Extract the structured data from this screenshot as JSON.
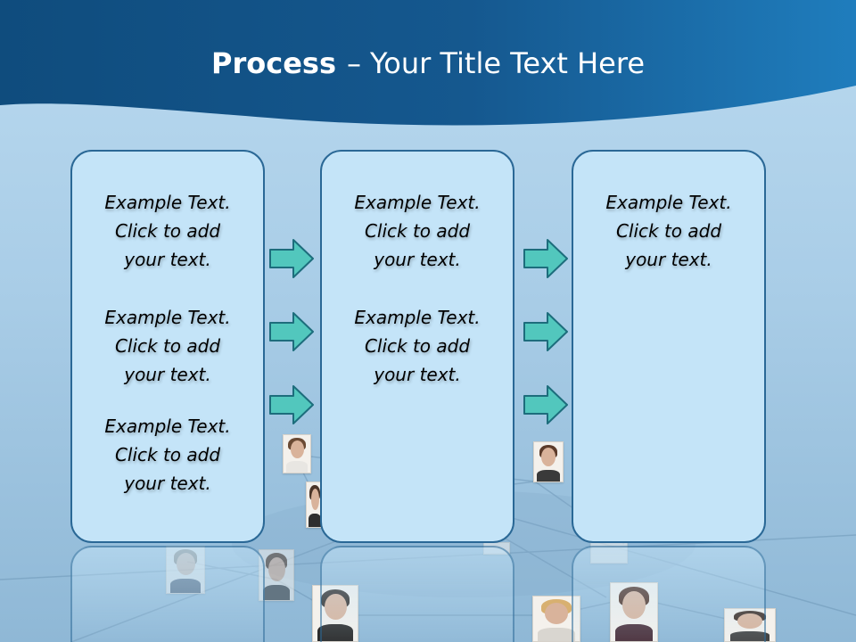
{
  "title": {
    "bold": "Process",
    "separator": "–",
    "rest": "Your Title Text Here"
  },
  "colors": {
    "header": "#15568a",
    "box_fill": "#c4e4f8",
    "box_border": "#2a6896",
    "arrow_fill": "#52c7bd",
    "arrow_stroke": "#1d6d7c"
  },
  "icons": {
    "arrow": "right-arrow-icon"
  },
  "columns": [
    {
      "items": [
        {
          "line1": "Example Text.",
          "line2": "Click  to add",
          "line3": "your text."
        },
        {
          "line1": "Example Text.",
          "line2": "Click  to add",
          "line3": "your text."
        },
        {
          "line1": "Example Text.",
          "line2": "Click  to add",
          "line3": "your text."
        }
      ]
    },
    {
      "items": [
        {
          "line1": "Example Text.",
          "line2": "Click  to add",
          "line3": "your text."
        },
        {
          "line1": "Example Text.",
          "line2": "Click  to add",
          "line3": "your text."
        }
      ]
    },
    {
      "items": [
        {
          "line1": "Example Text.",
          "line2": "Click  to add",
          "line3": "your text."
        }
      ]
    }
  ]
}
